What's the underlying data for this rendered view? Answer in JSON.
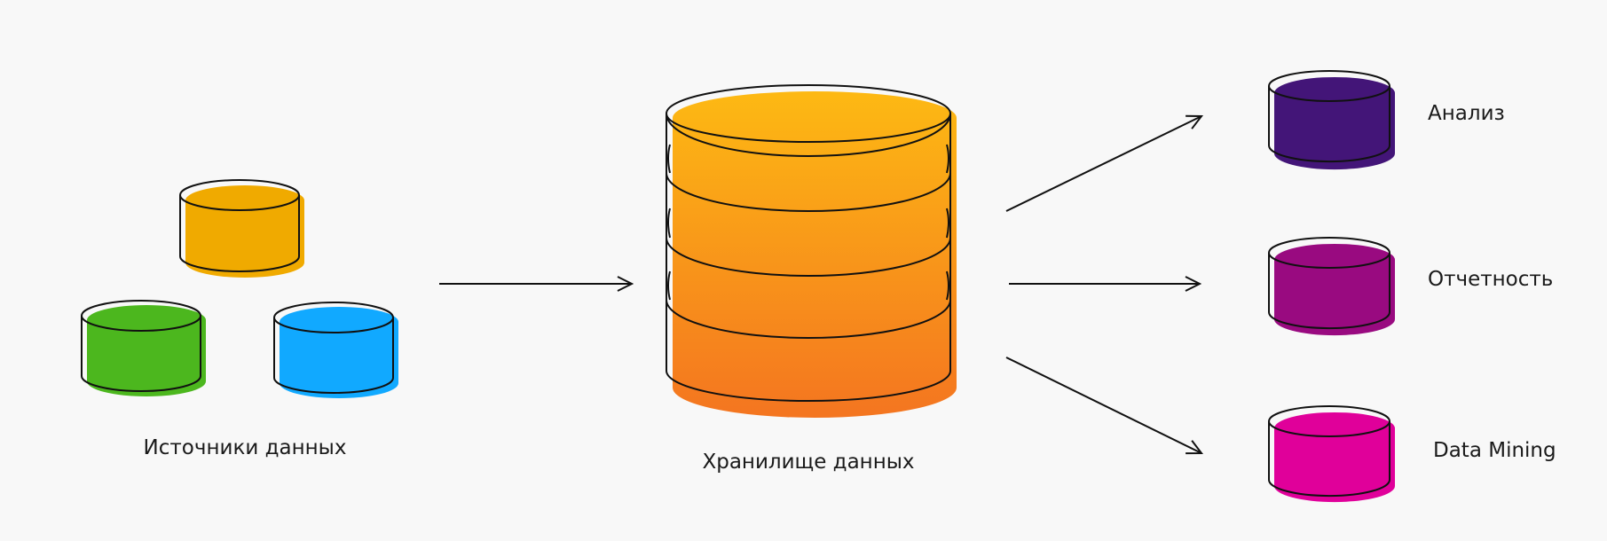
{
  "labels": {
    "sources": "Источники данных",
    "warehouse": "Хранилище данных",
    "analysis": "Анализ",
    "reporting": "Отчетность",
    "mining": "Data Mining"
  },
  "colors": {
    "background": "#f8f8f8",
    "source_yellow": "#f0aa00",
    "source_green": "#4cb71e",
    "source_blue": "#11a9ff",
    "warehouse_top": "#fdb913",
    "warehouse_bottom": "#f47520",
    "analysis": "#431578",
    "reporting": "#990a80",
    "mining": "#e0009a",
    "stroke": "#111111"
  }
}
